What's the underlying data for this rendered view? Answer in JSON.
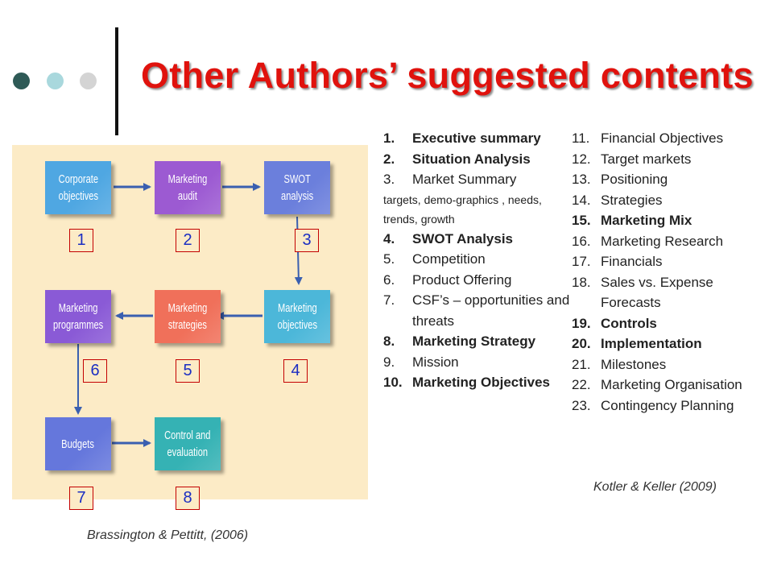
{
  "title": "Other Authors’ suggested contents",
  "colors": {
    "title": "#e0120d",
    "dots": [
      "#2e5a56",
      "#a9d8dd",
      "#d4d4d4"
    ],
    "panel": "#fcebc6",
    "arrow": "#3a5fb0",
    "number_text": "#1b2ec2",
    "number_border": "#c40000"
  },
  "diagram": {
    "boxes": [
      {
        "id": "corporate-objectives",
        "line1": "Corporate",
        "line2": "objectives",
        "number": "1",
        "color": "#4fa7e2"
      },
      {
        "id": "marketing-audit",
        "line1": "Marketing",
        "line2": "audit",
        "number": "2",
        "color": "#9c5ad2"
      },
      {
        "id": "swot-analysis",
        "line1": "SWOT",
        "line2": "analysis",
        "number": "3",
        "color": "#6b7fdc"
      },
      {
        "id": "marketing-objectives",
        "line1": "Marketing",
        "line2": "objectives",
        "number": "4",
        "color": "#4cb7d9"
      },
      {
        "id": "marketing-strategies",
        "line1": "Marketing",
        "line2": "strategies",
        "number": "5",
        "color": "#f0705a"
      },
      {
        "id": "marketing-programmes",
        "line1": "Marketing",
        "line2": "programmes",
        "number": "6",
        "color": "#8a5ad6"
      },
      {
        "id": "budgets",
        "line1": "Budgets",
        "line2": "",
        "number": "7",
        "color": "#6577dc"
      },
      {
        "id": "control-and-evaluation",
        "line1": "Control and",
        "line2": "evaluation",
        "number": "8",
        "color": "#35b2b4"
      }
    ]
  },
  "citation_left": "Brassington & Pettitt, (2006)",
  "list_left": [
    {
      "num": "1.",
      "text": "Executive summary",
      "bold": true
    },
    {
      "num": "2.",
      "text": "Situation Analysis",
      "bold": true
    },
    {
      "num": "3.",
      "text": "Market Summary",
      "bold": false
    },
    {
      "num": "",
      "text": "targets, demo-graphics , needs, trends, growth",
      "bold": false,
      "small": true
    },
    {
      "num": "4.",
      "text": "SWOT Analysis",
      "bold": true
    },
    {
      "num": "5.",
      "text": "Competition",
      "bold": false
    },
    {
      "num": "6.",
      "text": "Product Offering",
      "bold": false
    },
    {
      "num": "7.",
      "text": "CSF’s – opportunities and threats",
      "bold": false
    },
    {
      "num": "8.",
      "text": "Marketing Strategy",
      "bold": true
    },
    {
      "num": "9.",
      "text": "Mission",
      "bold": false
    },
    {
      "num": "10.",
      "text": "Marketing Objectives",
      "bold": true
    }
  ],
  "list_right": [
    {
      "num": "11.",
      "text": "Financial Objectives",
      "bold": false
    },
    {
      "num": "12.",
      "text": "Target markets",
      "bold": false
    },
    {
      "num": "13.",
      "text": "Positioning",
      "bold": false
    },
    {
      "num": "14.",
      "text": "Strategies",
      "bold": false
    },
    {
      "num": "15.",
      "text": "Marketing Mix",
      "bold": true
    },
    {
      "num": "16.",
      "text": "Marketing Research",
      "bold": false
    },
    {
      "num": "17.",
      "text": "Financials",
      "bold": false
    },
    {
      "num": "18.",
      "text": "Sales vs. Expense Forecasts",
      "bold": false
    },
    {
      "num": "19.",
      "text": "Controls",
      "bold": true
    },
    {
      "num": "20.",
      "text": "Implementation",
      "bold": true
    },
    {
      "num": "21.",
      "text": "Milestones",
      "bold": false
    },
    {
      "num": "22.",
      "text": "Marketing Organisation",
      "bold": false
    },
    {
      "num": "23.",
      "text": "Contingency Planning",
      "bold": false
    }
  ],
  "citation_right": "Kotler & Keller (2009)"
}
